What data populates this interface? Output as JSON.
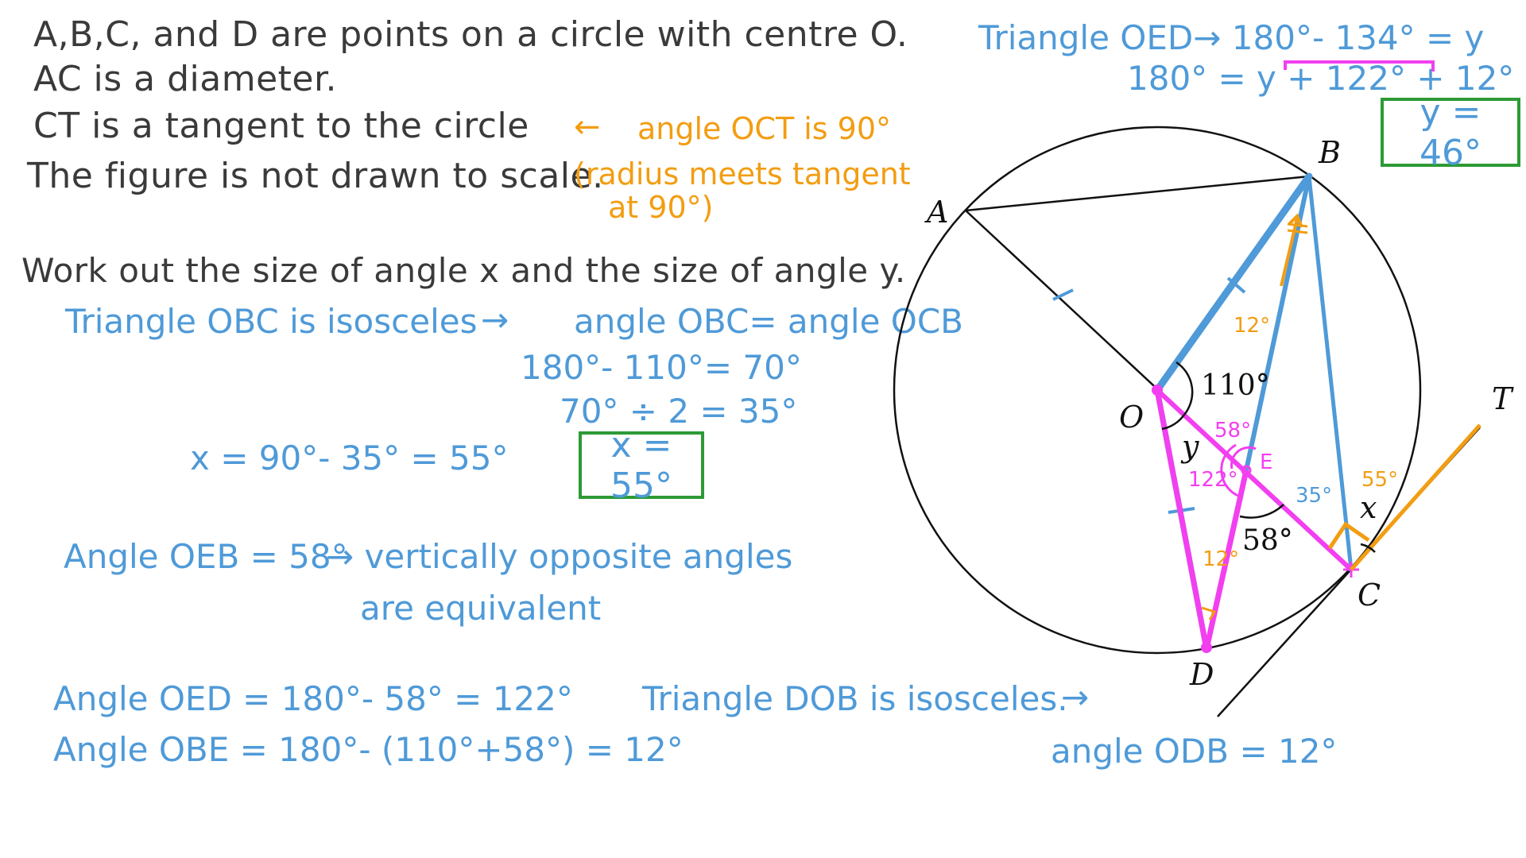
{
  "question": {
    "line1": "A,B,C, and D are points on a circle with centre O.",
    "line2": "AC is a diameter.",
    "line3": "CT  is a tangent to the circle",
    "line4": "The figure is not drawn to scale.",
    "task": "Work out the size of angle x and the size of angle y."
  },
  "annotations_orange": {
    "arrow": "←",
    "note1": "angle OCT is 90°",
    "note2": "(radius meets tangent",
    "note3": "at 90°)"
  },
  "working_x": {
    "step1_left": "Triangle OBC is isosceles",
    "step1_arrow": "→",
    "step1_right": "angle OBC= angle OCB",
    "step2": "180°- 110°= 70°",
    "step3": "70° ÷ 2 = 35°",
    "step4": "x = 90°- 35° = 55°",
    "answer": "x = 55°"
  },
  "working_y": {
    "oeb": "Angle OEB = 58°",
    "oeb_reason1": "→ vertically opposite angles",
    "oeb_reason2": "are equivalent",
    "oed": "Angle OED = 180°- 58° = 122°",
    "obe": "Angle OBE = 180°- (110°+58°) = 12°",
    "dob": "Triangle DOB is isosceles.",
    "dob_arrow": "→",
    "odb": "angle ODB = 12°",
    "oed_tri": "Triangle OED→  180°- 134° = y",
    "sum": "180° = y + 122° + 12°",
    "answer": "y = 46°"
  },
  "diagram": {
    "points": {
      "A": "A",
      "B": "B",
      "C": "C",
      "D": "D",
      "O": "O",
      "T": "T",
      "E": "E"
    },
    "angle_labels": {
      "boc": "110°",
      "dec": "58°",
      "x": "x",
      "y": "y",
      "oeb_hand": "58°",
      "oed_hand": "122°",
      "obe_hand": "12°",
      "odb_hand": "12°",
      "ocb_hand": "35°",
      "bct_hand": "55°"
    }
  },
  "colors": {
    "ink": "#3a3a3a",
    "blue": "#4f9ad8",
    "orange": "#f29d12",
    "magenta": "#f23ff0",
    "green": "#2d9a35",
    "line": "#111111"
  }
}
